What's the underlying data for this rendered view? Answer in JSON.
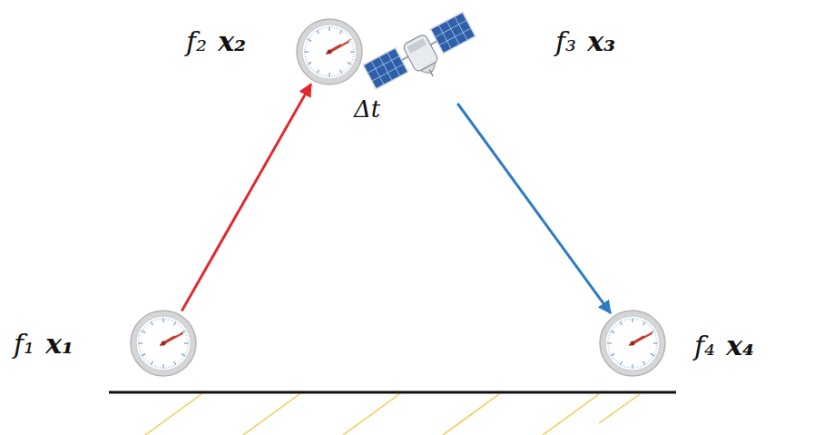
{
  "diagram": {
    "nodes": [
      {
        "text": [
          "f₁",
          "x₁"
        ]
      },
      {
        "text": [
          "f₂",
          "x₂"
        ]
      },
      {
        "text": [
          "f₃",
          "x₃"
        ]
      },
      {
        "text": [
          "f₄",
          "x₄"
        ]
      }
    ],
    "edges": [
      {
        "from": 0,
        "to": 1,
        "arrow": "to"
      },
      {
        "from": 2,
        "to": 3,
        "arrow": "to"
      }
    ],
    "labels": [
      "Δt"
    ]
  }
}
